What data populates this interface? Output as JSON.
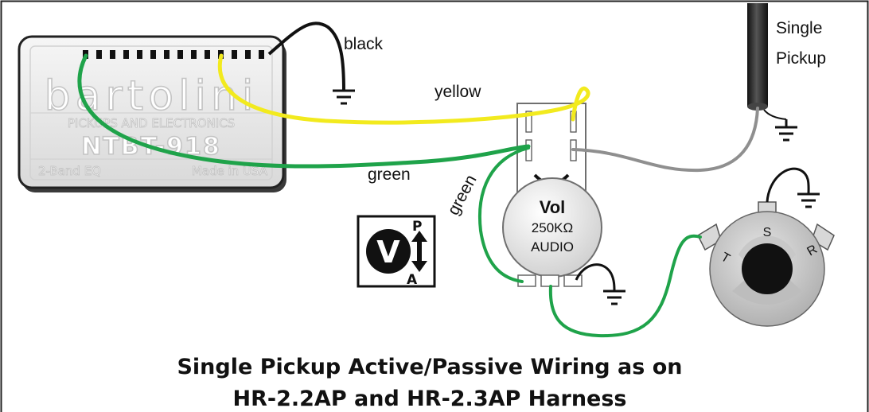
{
  "module": {
    "brand": "bartolini",
    "subtitle": "PICKUPS AND ELECTRONICS",
    "model": "NTBT-918",
    "eq": "2-Band EQ",
    "made": "Made in USA"
  },
  "labels": {
    "black": "black",
    "yellow": "yellow",
    "green_top": "green",
    "green_pot": "green",
    "pickup_line1": "Single",
    "pickup_line2": "Pickup"
  },
  "pot": {
    "name": "Vol",
    "value": "250KΩ",
    "taper": "AUDIO"
  },
  "jack": {
    "tip": "T",
    "sleeve": "S",
    "ring": "R"
  },
  "switch_icon": {
    "letter": "V",
    "top": "P",
    "bottom": "A"
  },
  "title": {
    "line1": "Single Pickup Active/Passive Wiring as on",
    "line2": "HR-2.2AP and HR-2.3AP Harness"
  },
  "colors": {
    "yellow_wire": "#f2ea1e",
    "green_wire": "#1fa34a",
    "black_wire": "#111111",
    "gray_wire": "#8f8f8f"
  }
}
